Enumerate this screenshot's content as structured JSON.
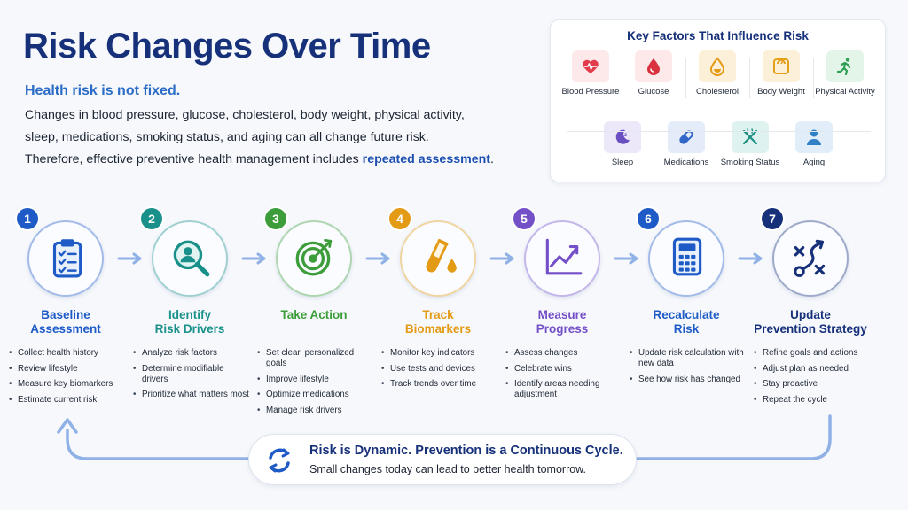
{
  "header": {
    "title": "Risk Changes Over Time",
    "subtitle": "Health risk is not fixed.",
    "line1": "Changes in blood pressure, glucose, cholesterol, body weight, physical activity,",
    "line2": "sleep, medications, smoking status, and aging can all change future risk.",
    "line3_prefix": "Therefore, effective preventive health management includes ",
    "line3_emphasis": "repeated assessment",
    "line3_suffix": "."
  },
  "factors": {
    "title": "Key Factors That Influence Risk",
    "row1": [
      {
        "label": "Blood Pressure",
        "icon": "heart-pulse-icon",
        "color": "#e23b4a",
        "bg": "#fde8ea"
      },
      {
        "label": "Glucose",
        "icon": "blood-drop-icon",
        "color": "#d8323f",
        "bg": "#fde8ea"
      },
      {
        "label": "Cholesterol",
        "icon": "oil-drop-icon",
        "color": "#e59a16",
        "bg": "#fdf0d9"
      },
      {
        "label": "Body Weight",
        "icon": "scale-icon",
        "color": "#e5a019",
        "bg": "#fdf0d9"
      },
      {
        "label": "Physical Activity",
        "icon": "running-person-icon",
        "color": "#2f9e54",
        "bg": "#e3f5e8"
      }
    ],
    "row2": [
      {
        "label": "Sleep",
        "icon": "moon-icon",
        "color": "#6a4fc2",
        "bg": "#ece8fa"
      },
      {
        "label": "Medications",
        "icon": "pill-icon",
        "color": "#3367c7",
        "bg": "#e4ecfa"
      },
      {
        "label": "Smoking Status",
        "icon": "no-smoking-icon",
        "color": "#1e8e82",
        "bg": "#def3ef"
      },
      {
        "label": "Aging",
        "icon": "person-icon",
        "color": "#2f80c4",
        "bg": "#e1eefa"
      }
    ]
  },
  "steps": [
    {
      "num": "1",
      "color": "#1e5bc6",
      "title": "Baseline\nAssessment",
      "icon": "clipboard-checklist-icon",
      "bullets": [
        "Collect health history",
        "Review lifestyle",
        "Measure key biomarkers",
        "Estimate current risk"
      ]
    },
    {
      "num": "2",
      "color": "#19918a",
      "title": "Identify\nRisk Drivers",
      "icon": "magnifier-person-icon",
      "bullets": [
        "Analyze risk factors",
        "Determine modifiable drivers",
        "Prioritize what matters most"
      ]
    },
    {
      "num": "3",
      "color": "#3c9d3a",
      "title": "Take Action",
      "icon": "target-arrow-icon",
      "bullets": [
        "Set clear, personalized goals",
        "Improve lifestyle",
        "Optimize medications",
        "Manage risk drivers"
      ]
    },
    {
      "num": "4",
      "color": "#e39a14",
      "title": "Track\nBiomarkers",
      "icon": "test-tube-icon",
      "bullets": [
        "Monitor key indicators",
        "Use tests and devices",
        "Track trends over time"
      ]
    },
    {
      "num": "5",
      "color": "#7450c8",
      "title": "Measure\nProgress",
      "icon": "trend-chart-icon",
      "bullets": [
        "Assess changes",
        "Celebrate wins",
        "Identify areas needing adjustment"
      ]
    },
    {
      "num": "6",
      "color": "#1e5bc6",
      "title": "Recalculate\nRisk",
      "icon": "calculator-icon",
      "bullets": [
        "Update risk calculation with new data",
        "See how risk has changed"
      ]
    },
    {
      "num": "7",
      "color": "#16307a",
      "title": "Update\nPrevention Strategy",
      "icon": "strategy-play-icon",
      "bullets": [
        "Refine goals and actions",
        "Adjust plan as needed",
        "Stay proactive",
        "Repeat the cycle"
      ]
    }
  ],
  "cycle": {
    "title": "Risk is Dynamic. Prevention is a Continuous Cycle.",
    "subtitle": "Small changes today can lead to better health tomorrow.",
    "icon": "refresh-cycle-icon"
  },
  "colors": {
    "navy": "#16307a",
    "accent_blue": "#2b6cc6",
    "arrow": "#8fb1e6"
  }
}
